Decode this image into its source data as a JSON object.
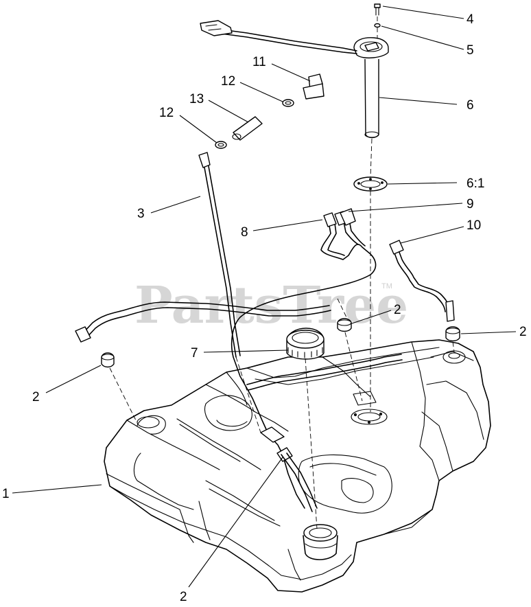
{
  "watermark": {
    "text": "PartsTree",
    "trademark": "TM"
  },
  "callouts": [
    {
      "id": "c-1",
      "label": "1"
    },
    {
      "id": "c-2a",
      "label": "2"
    },
    {
      "id": "c-2b",
      "label": "2"
    },
    {
      "id": "c-2c",
      "label": "2"
    },
    {
      "id": "c-2d",
      "label": "2"
    },
    {
      "id": "c-3",
      "label": "3"
    },
    {
      "id": "c-4",
      "label": "4"
    },
    {
      "id": "c-5",
      "label": "5"
    },
    {
      "id": "c-6",
      "label": "6"
    },
    {
      "id": "c-6-1",
      "label": "6:1"
    },
    {
      "id": "c-7",
      "label": "7"
    },
    {
      "id": "c-8",
      "label": "8"
    },
    {
      "id": "c-9",
      "label": "9"
    },
    {
      "id": "c-10",
      "label": "10"
    },
    {
      "id": "c-11",
      "label": "11"
    },
    {
      "id": "c-12a",
      "label": "12"
    },
    {
      "id": "c-12b",
      "label": "12"
    },
    {
      "id": "c-13",
      "label": "13"
    }
  ]
}
